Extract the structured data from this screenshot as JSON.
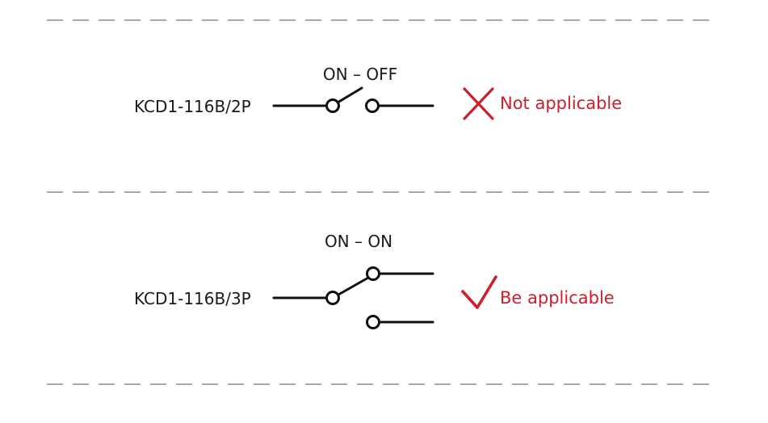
{
  "colors": {
    "line": "#111111",
    "divider": "#8c8c8c",
    "status": "#cc1f2b"
  },
  "rows": [
    {
      "model": "KCD1-116B/2P",
      "mode": "ON – OFF",
      "switch_type": "single-pole single-throw",
      "status_icon": "cross-icon",
      "status_text": "Not applicable"
    },
    {
      "model": "KCD1-116B/3P",
      "mode": "ON – ON",
      "switch_type": "single-pole double-throw",
      "status_icon": "checkmark-icon",
      "status_text": "Be applicable"
    }
  ]
}
